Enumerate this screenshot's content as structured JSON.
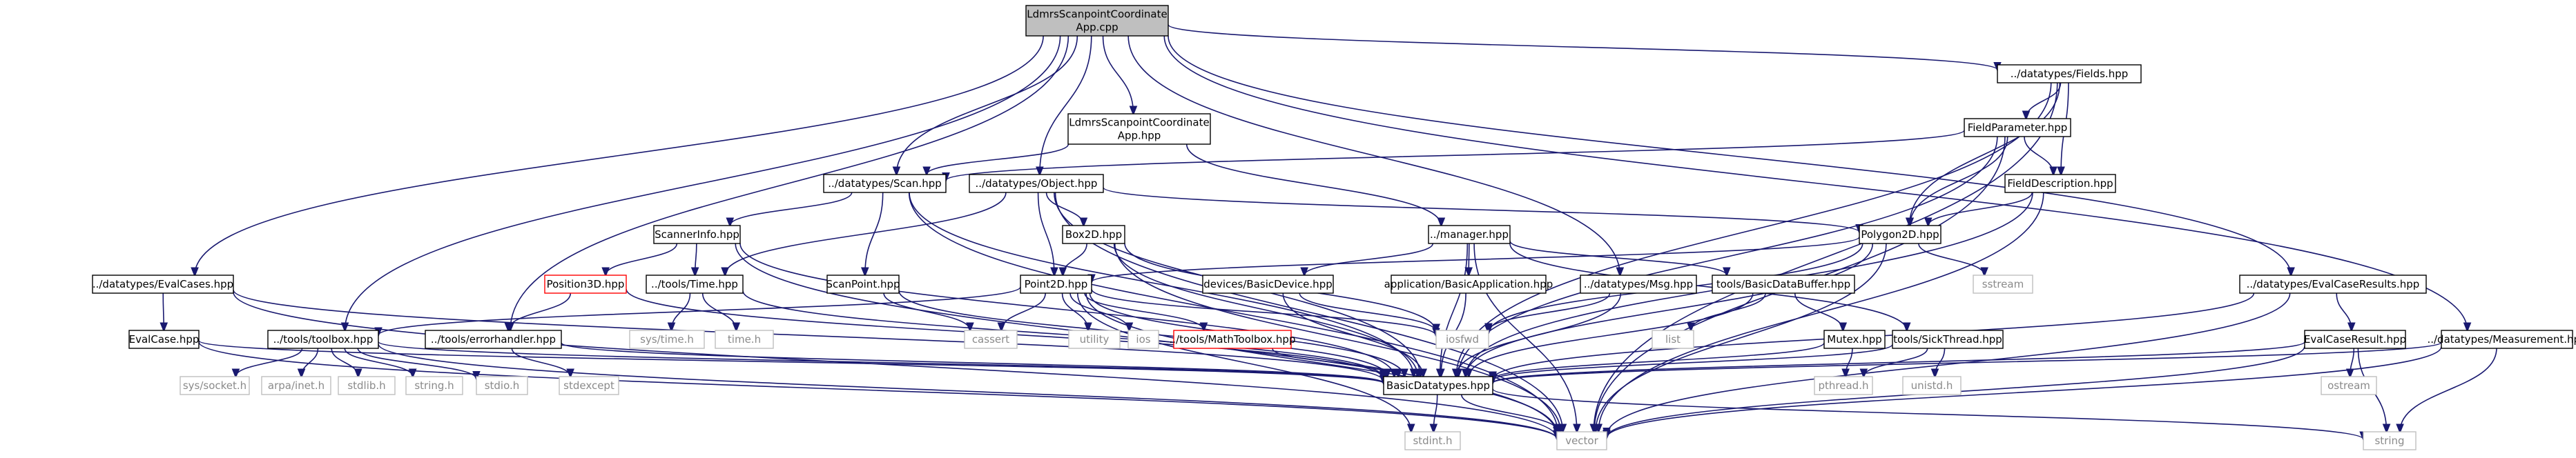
{
  "nodes": [
    {
      "id": "root",
      "lines": [
        "LdmrsScanpointCoordinate",
        "App.cpp"
      ],
      "kind": "root"
    },
    {
      "id": "fields",
      "lines": [
        "../datatypes/Fields.hpp"
      ],
      "kind": "file"
    },
    {
      "id": "ldmrs_hpp",
      "lines": [
        "LdmrsScanpointCoordinate",
        "App.hpp"
      ],
      "kind": "file"
    },
    {
      "id": "fieldparam",
      "lines": [
        "FieldParameter.hpp"
      ],
      "kind": "file"
    },
    {
      "id": "scan",
      "lines": [
        "../datatypes/Scan.hpp"
      ],
      "kind": "file"
    },
    {
      "id": "object",
      "lines": [
        "../datatypes/Object.hpp"
      ],
      "kind": "file"
    },
    {
      "id": "fielddesc",
      "lines": [
        "FieldDescription.hpp"
      ],
      "kind": "file"
    },
    {
      "id": "scannerinfo",
      "lines": [
        "ScannerInfo.hpp"
      ],
      "kind": "file"
    },
    {
      "id": "box2d",
      "lines": [
        "Box2D.hpp"
      ],
      "kind": "file"
    },
    {
      "id": "manager",
      "lines": [
        "../manager.hpp"
      ],
      "kind": "file"
    },
    {
      "id": "polygon2d",
      "lines": [
        "Polygon2D.hpp"
      ],
      "kind": "file"
    },
    {
      "id": "evalcases",
      "lines": [
        "../datatypes/EvalCases.hpp"
      ],
      "kind": "file"
    },
    {
      "id": "position3d",
      "lines": [
        "Position3D.hpp"
      ],
      "kind": "red"
    },
    {
      "id": "time",
      "lines": [
        "../tools/Time.hpp"
      ],
      "kind": "file"
    },
    {
      "id": "scanpoint",
      "lines": [
        "ScanPoint.hpp"
      ],
      "kind": "file"
    },
    {
      "id": "point2d",
      "lines": [
        "Point2D.hpp"
      ],
      "kind": "file"
    },
    {
      "id": "basicdevice",
      "lines": [
        "devices/BasicDevice.hpp"
      ],
      "kind": "file"
    },
    {
      "id": "basicapp",
      "lines": [
        "application/BasicApplication.hpp"
      ],
      "kind": "file"
    },
    {
      "id": "msg",
      "lines": [
        "../datatypes/Msg.hpp"
      ],
      "kind": "file"
    },
    {
      "id": "databuffer",
      "lines": [
        "tools/BasicDataBuffer.hpp"
      ],
      "kind": "file"
    },
    {
      "id": "sstream",
      "lines": [
        "sstream"
      ],
      "kind": "sys"
    },
    {
      "id": "evalcaseresults",
      "lines": [
        "../datatypes/EvalCaseResults.hpp"
      ],
      "kind": "file"
    },
    {
      "id": "evalcase",
      "lines": [
        "EvalCase.hpp"
      ],
      "kind": "file"
    },
    {
      "id": "toolbox",
      "lines": [
        "../tools/toolbox.hpp"
      ],
      "kind": "file"
    },
    {
      "id": "errorhandler",
      "lines": [
        "../tools/errorhandler.hpp"
      ],
      "kind": "file"
    },
    {
      "id": "systime",
      "lines": [
        "sys/time.h"
      ],
      "kind": "sys"
    },
    {
      "id": "time_h",
      "lines": [
        "time.h"
      ],
      "kind": "sys"
    },
    {
      "id": "cassert",
      "lines": [
        "cassert"
      ],
      "kind": "sys"
    },
    {
      "id": "utility",
      "lines": [
        "utility"
      ],
      "kind": "sys"
    },
    {
      "id": "ios",
      "lines": [
        "ios"
      ],
      "kind": "sys"
    },
    {
      "id": "mathtoolbox",
      "lines": [
        "../tools/MathToolbox.hpp"
      ],
      "kind": "red"
    },
    {
      "id": "iosfwd",
      "lines": [
        "iosfwd"
      ],
      "kind": "sys"
    },
    {
      "id": "list",
      "lines": [
        "list"
      ],
      "kind": "sys"
    },
    {
      "id": "mutex",
      "lines": [
        "Mutex.hpp"
      ],
      "kind": "file"
    },
    {
      "id": "sickthread",
      "lines": [
        "tools/SickThread.hpp"
      ],
      "kind": "file"
    },
    {
      "id": "evalcaseresult",
      "lines": [
        "EvalCaseResult.hpp"
      ],
      "kind": "file"
    },
    {
      "id": "measurement",
      "lines": [
        "../datatypes/Measurement.hpp"
      ],
      "kind": "file"
    },
    {
      "id": "syssocket",
      "lines": [
        "sys/socket.h"
      ],
      "kind": "sys"
    },
    {
      "id": "arpainet",
      "lines": [
        "arpa/inet.h"
      ],
      "kind": "sys"
    },
    {
      "id": "stdlib",
      "lines": [
        "stdlib.h"
      ],
      "kind": "sys"
    },
    {
      "id": "string_h",
      "lines": [
        "string.h"
      ],
      "kind": "sys"
    },
    {
      "id": "stdio",
      "lines": [
        "stdio.h"
      ],
      "kind": "sys"
    },
    {
      "id": "stdexcept",
      "lines": [
        "stdexcept"
      ],
      "kind": "sys"
    },
    {
      "id": "basicdatatypes",
      "lines": [
        "BasicDatatypes.hpp"
      ],
      "kind": "file"
    },
    {
      "id": "pthread",
      "lines": [
        "pthread.h"
      ],
      "kind": "sys"
    },
    {
      "id": "unistd",
      "lines": [
        "unistd.h"
      ],
      "kind": "sys"
    },
    {
      "id": "ostream",
      "lines": [
        "ostream"
      ],
      "kind": "sys"
    },
    {
      "id": "stdint",
      "lines": [
        "stdint.h"
      ],
      "kind": "sys"
    },
    {
      "id": "vector",
      "lines": [
        "vector"
      ],
      "kind": "sys"
    },
    {
      "id": "string",
      "lines": [
        "string"
      ],
      "kind": "sys"
    }
  ],
  "edges": [
    [
      "root",
      "fields"
    ],
    [
      "root",
      "ldmrs_hpp"
    ],
    [
      "root",
      "scan"
    ],
    [
      "root",
      "object"
    ],
    [
      "root",
      "evalcases"
    ],
    [
      "root",
      "toolbox"
    ],
    [
      "root",
      "errorhandler"
    ],
    [
      "root",
      "msg"
    ],
    [
      "root",
      "evalcaseresults"
    ],
    [
      "root",
      "measurement"
    ],
    [
      "fields",
      "fieldparam"
    ],
    [
      "fields",
      "fielddesc"
    ],
    [
      "fields",
      "polygon2d"
    ],
    [
      "fields",
      "basicdatatypes"
    ],
    [
      "fields",
      "vector"
    ],
    [
      "fieldparam",
      "fielddesc"
    ],
    [
      "fieldparam",
      "polygon2d"
    ],
    [
      "fieldparam",
      "basicdatatypes"
    ],
    [
      "fieldparam",
      "vector"
    ],
    [
      "fieldparam",
      "scan"
    ],
    [
      "fielddesc",
      "polygon2d"
    ],
    [
      "fielddesc",
      "basicdatatypes"
    ],
    [
      "fielddesc",
      "vector"
    ],
    [
      "ldmrs_hpp",
      "scan"
    ],
    [
      "ldmrs_hpp",
      "manager"
    ],
    [
      "scan",
      "scannerinfo"
    ],
    [
      "scan",
      "scanpoint"
    ],
    [
      "scan",
      "basicdatatypes"
    ],
    [
      "scan",
      "vector"
    ],
    [
      "object",
      "box2d"
    ],
    [
      "object",
      "point2d"
    ],
    [
      "object",
      "polygon2d"
    ],
    [
      "object",
      "time"
    ],
    [
      "object",
      "basicdatatypes"
    ],
    [
      "object",
      "vector"
    ],
    [
      "scannerinfo",
      "position3d"
    ],
    [
      "scannerinfo",
      "time"
    ],
    [
      "scannerinfo",
      "basicdatatypes"
    ],
    [
      "scannerinfo",
      "vector"
    ],
    [
      "box2d",
      "point2d"
    ],
    [
      "box2d",
      "basicdatatypes"
    ],
    [
      "box2d",
      "iosfwd"
    ],
    [
      "box2d",
      "vector"
    ],
    [
      "manager",
      "basicdevice"
    ],
    [
      "manager",
      "basicapp"
    ],
    [
      "manager",
      "databuffer"
    ],
    [
      "manager",
      "sickthread"
    ],
    [
      "manager",
      "basicdatatypes"
    ],
    [
      "manager",
      "vector"
    ],
    [
      "polygon2d",
      "point2d"
    ],
    [
      "polygon2d",
      "sstream"
    ],
    [
      "polygon2d",
      "basicdatatypes"
    ],
    [
      "polygon2d",
      "vector"
    ],
    [
      "polygon2d",
      "iosfwd"
    ],
    [
      "evalcases",
      "evalcase"
    ],
    [
      "evalcases",
      "basicdatatypes"
    ],
    [
      "evalcases",
      "vector"
    ],
    [
      "position3d",
      "errorhandler"
    ],
    [
      "position3d",
      "basicdatatypes"
    ],
    [
      "time",
      "systime"
    ],
    [
      "time",
      "time_h"
    ],
    [
      "time",
      "basicdatatypes"
    ],
    [
      "scanpoint",
      "cassert"
    ],
    [
      "scanpoint",
      "basicdatatypes"
    ],
    [
      "point2d",
      "toolbox"
    ],
    [
      "point2d",
      "cassert"
    ],
    [
      "point2d",
      "utility"
    ],
    [
      "point2d",
      "ios"
    ],
    [
      "point2d",
      "mathtoolbox"
    ],
    [
      "point2d",
      "iosfwd"
    ],
    [
      "point2d",
      "basicdatatypes"
    ],
    [
      "point2d",
      "vector"
    ],
    [
      "point2d",
      "stdint"
    ],
    [
      "basicdevice",
      "basicdatatypes"
    ],
    [
      "basicdevice",
      "iosfwd"
    ],
    [
      "basicapp",
      "basicdatatypes"
    ],
    [
      "msg",
      "basicdatatypes"
    ],
    [
      "msg",
      "iosfwd"
    ],
    [
      "databuffer",
      "list"
    ],
    [
      "databuffer",
      "mutex"
    ],
    [
      "databuffer",
      "basicdatatypes"
    ],
    [
      "evalcaseresults",
      "evalcaseresult"
    ],
    [
      "evalcaseresults",
      "basicdatatypes"
    ],
    [
      "evalcaseresults",
      "vector"
    ],
    [
      "evalcase",
      "basicdatatypes"
    ],
    [
      "evalcase",
      "vector"
    ],
    [
      "toolbox",
      "syssocket"
    ],
    [
      "toolbox",
      "arpainet"
    ],
    [
      "toolbox",
      "stdlib"
    ],
    [
      "toolbox",
      "string_h"
    ],
    [
      "toolbox",
      "stdio"
    ],
    [
      "toolbox",
      "basicdatatypes"
    ],
    [
      "toolbox",
      "vector"
    ],
    [
      "errorhandler",
      "stdexcept"
    ],
    [
      "errorhandler",
      "basicdatatypes"
    ],
    [
      "mathtoolbox",
      "basicdatatypes"
    ],
    [
      "mutex",
      "pthread"
    ],
    [
      "mutex",
      "basicdatatypes"
    ],
    [
      "sickthread",
      "pthread"
    ],
    [
      "sickthread",
      "unistd"
    ],
    [
      "sickthread",
      "basicdatatypes"
    ],
    [
      "evalcaseresult",
      "ostream"
    ],
    [
      "evalcaseresult",
      "string"
    ],
    [
      "evalcaseresult",
      "basicdatatypes"
    ],
    [
      "evalcaseresult",
      "vector"
    ],
    [
      "measurement",
      "string"
    ],
    [
      "measurement",
      "vector"
    ],
    [
      "measurement",
      "basicdatatypes"
    ],
    [
      "basicdatatypes",
      "stdint"
    ],
    [
      "basicdatatypes",
      "vector"
    ],
    [
      "basicdatatypes",
      "string"
    ]
  ]
}
